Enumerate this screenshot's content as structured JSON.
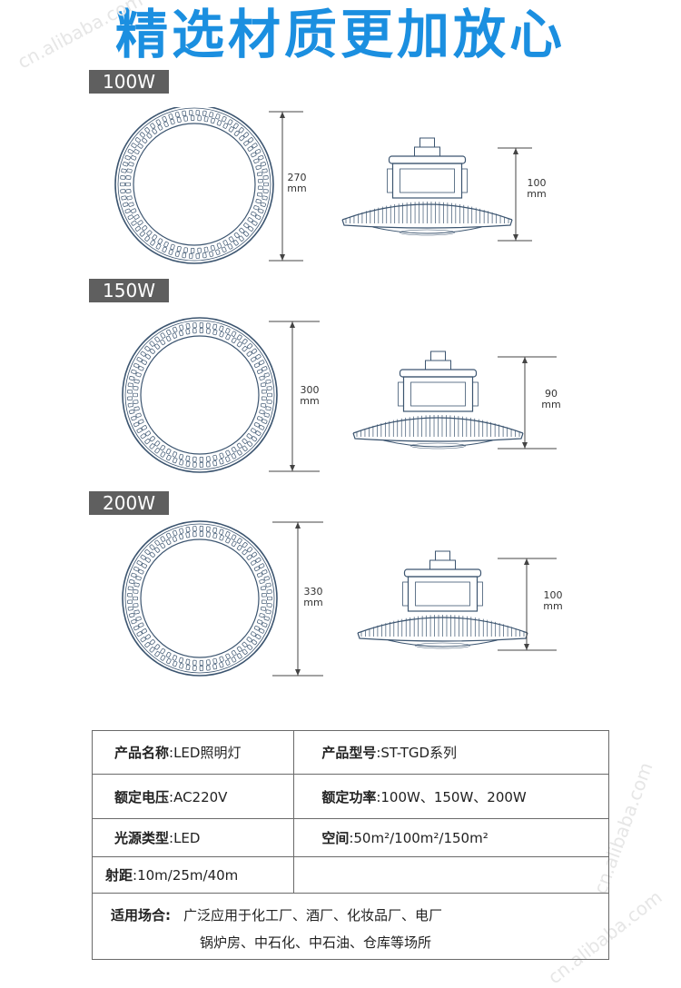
{
  "headline": "精选材质更加放心",
  "watermark": "cn.alibaba.com",
  "models": [
    {
      "label": "100W",
      "diameter_value": "270",
      "height_value": "100",
      "unit": "mm"
    },
    {
      "label": "150W",
      "diameter_value": "300",
      "height_value": "90",
      "unit": "mm"
    },
    {
      "label": "200W",
      "diameter_value": "330",
      "height_value": "100",
      "unit": "mm"
    }
  ],
  "spec": {
    "product_name_label": "产品名称",
    "product_name_value": ":LED照明灯",
    "model_label": "产品型号",
    "model_value": ":ST-TGD系列",
    "voltage_label": "额定电压",
    "voltage_value": ":AC220V",
    "power_label": "额定功率",
    "power_value": ":100W、150W、200W",
    "source_label": "光源类型",
    "source_value": ":LED",
    "space_label": "空间",
    "space_value": ":50m²/100m²/150m²",
    "range_label": "射距",
    "range_value": ":10m/25m/40m",
    "usage_label": "适用场合:",
    "usage_line1": "广泛应用于化工厂、酒厂、化妆品厂、电厂",
    "usage_line2": "锅炉房、中石化、中石油、仓库等场所"
  },
  "colors": {
    "headline": "#1b8fe0",
    "label_bg": "#5f5f5f",
    "drawing": "#3c5570"
  }
}
